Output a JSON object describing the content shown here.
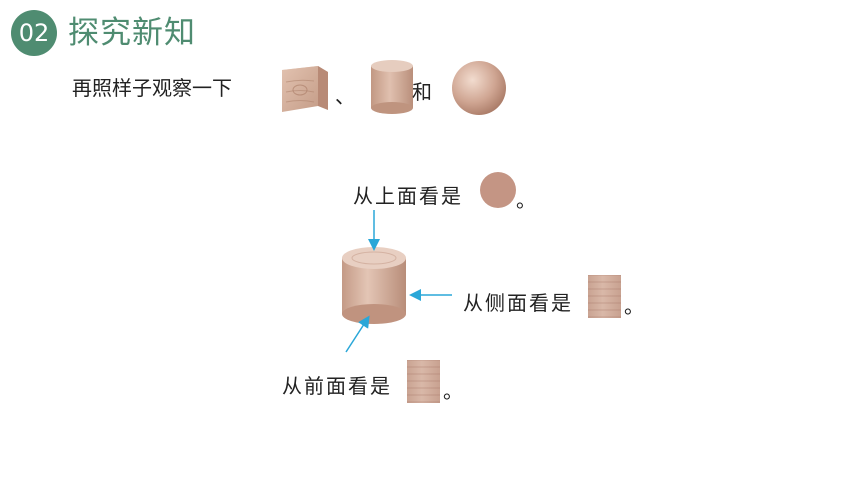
{
  "section": {
    "number": "02",
    "title": "探究新知"
  },
  "intro": {
    "text": "再照样子观察一下",
    "separator": "、",
    "conjunction": "和"
  },
  "views": {
    "top": {
      "label": "从上面看是",
      "period": "。"
    },
    "side": {
      "label": "从侧面看是",
      "period": "。"
    },
    "front": {
      "label": "从前面看是",
      "period": "。"
    }
  },
  "colors": {
    "accent": "#4f8c71",
    "arrow": "#2aa7d8",
    "wood": "#c9a392"
  }
}
